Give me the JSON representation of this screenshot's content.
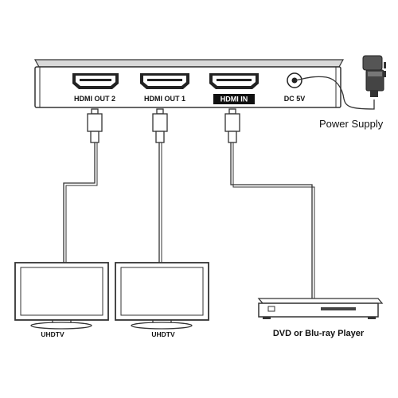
{
  "splitter": {
    "ports": [
      {
        "label": "HDMI OUT 2"
      },
      {
        "label": "HDMI OUT 1"
      },
      {
        "label": "HDMI IN"
      }
    ],
    "dc_label": "DC 5V"
  },
  "power_supply_label": "Power Supply",
  "displays": [
    {
      "label": "UHDTV"
    },
    {
      "label": "UHDTV"
    }
  ],
  "player_label": "DVD or Blu-ray Player",
  "colors": {
    "line": "#333333",
    "hdmi_in_badge": "#111111"
  }
}
